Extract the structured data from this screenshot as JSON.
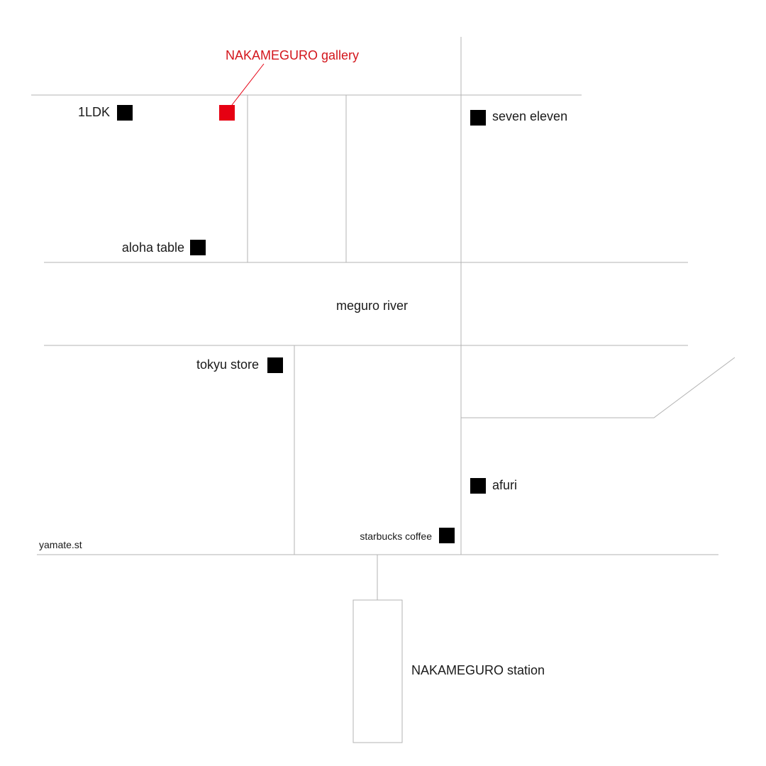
{
  "colors": {
    "road": "#b3b3b3",
    "marker": "#000000",
    "highlight": "#e60012",
    "text": "#1a1a1a",
    "highlight_text": "#d3151b"
  },
  "gallery": {
    "label": "NAKAMEGURO gallery"
  },
  "places": {
    "ldk": "1LDK",
    "seven_eleven": "seven eleven",
    "aloha_table": "aloha table",
    "tokyu_store": "tokyu store",
    "afuri": "afuri",
    "starbucks": "starbucks coffee"
  },
  "river": {
    "label": "meguro river"
  },
  "street": {
    "label": "yamate.st"
  },
  "station": {
    "label": "NAKAMEGURO station"
  }
}
